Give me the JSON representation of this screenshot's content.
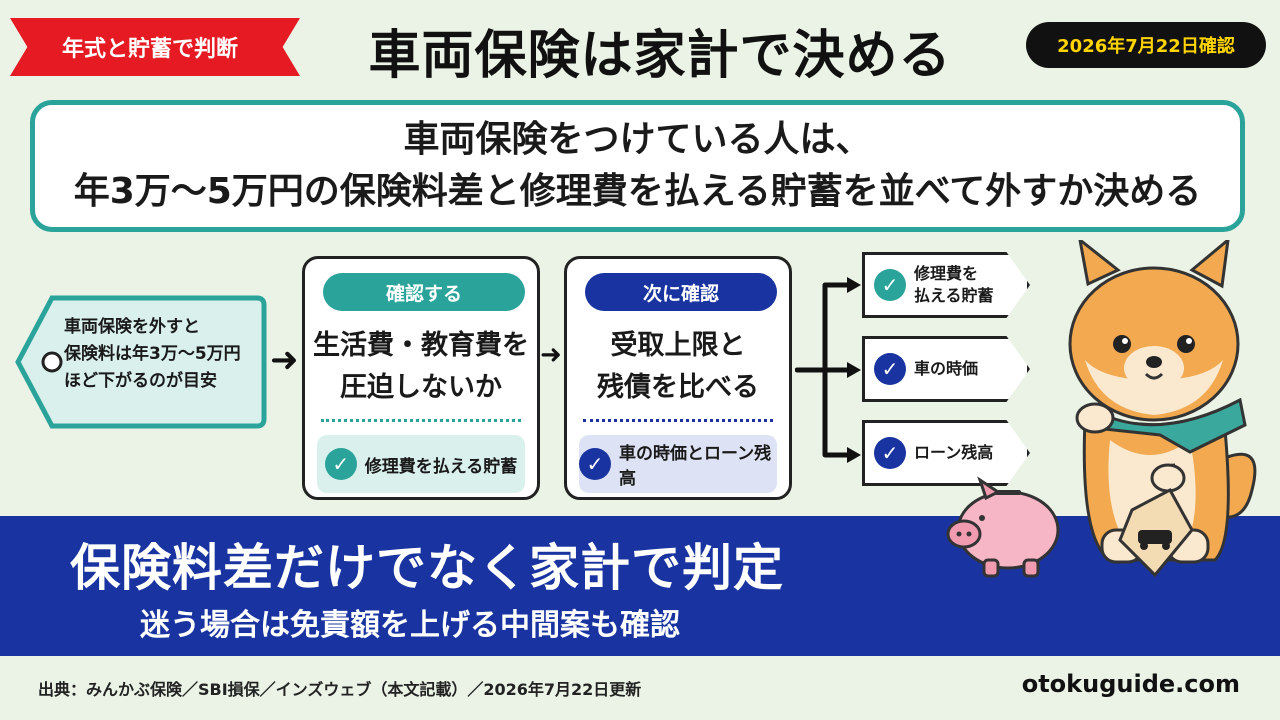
{
  "header": {
    "ribbon": "年式と貯蓄で判断",
    "title": "車両保険は家計で決める",
    "date": "2026年7月22日確認"
  },
  "summary": {
    "line1": "車両保険をつけている人は、",
    "line2": "年3万〜5万円の保険料差と修理費を払える貯蓄を並べて外すか決める"
  },
  "tag": {
    "line1": "車両保険を外すと",
    "line2": "保険料は年3万〜5万円",
    "line3": "ほど下がるのが目安"
  },
  "steps": [
    {
      "pill": "確認する",
      "line1": "生活費・教育費を",
      "line2": "圧迫しないか",
      "check": "修理費を払える貯蓄",
      "color": "#2aa39a"
    },
    {
      "pill": "次に確認",
      "line1": "受取上限と",
      "line2": "残債を比べる",
      "check": "車の時価とローン残高",
      "color": "#1934a0"
    }
  ],
  "checks": [
    {
      "line1": "修理費を",
      "line2": "払える貯蓄",
      "color": "#2aa39a"
    },
    {
      "line1": "車の時価",
      "line2": "",
      "color": "#1934a0"
    },
    {
      "line1": "ローン残高",
      "line2": "",
      "color": "#1934a0"
    }
  ],
  "band": {
    "title": "保険料差だけでなく家計で判定",
    "sub": "迷う場合は免責額を上げる中間案も確認"
  },
  "footer": {
    "source": "出典：みんかぶ保険／SBI損保／インズウェブ（本文記載）／2026年7月22日更新",
    "site": "otokuguide.com"
  },
  "icons": {
    "check": "check-icon",
    "arrow": "arrow-right-icon",
    "piggy": "piggy-bank-icon",
    "dog": "shiba-dog-illustration",
    "car-tag": "car-tag-icon"
  }
}
